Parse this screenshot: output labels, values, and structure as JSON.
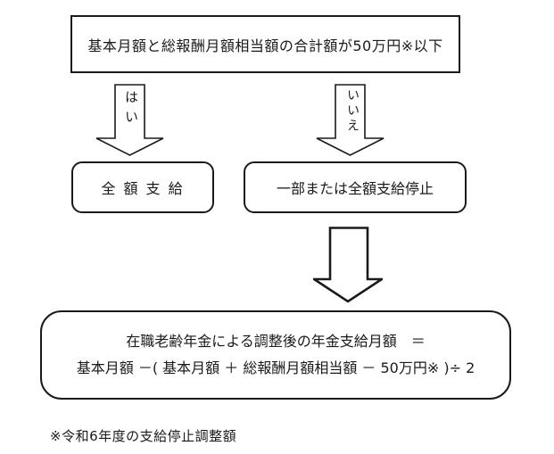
{
  "flowchart": {
    "condition_box": {
      "text": "基本月額と総報酬月額相当額の合計額が50万円※以下"
    },
    "branches": {
      "yes": {
        "label": "はい",
        "result": "全 額 支 給"
      },
      "no": {
        "label": "いいえ",
        "result": "一部または全額支給停止"
      }
    },
    "formula_box": {
      "line1": "在職老齢年金による調整後の年金支給月額　＝",
      "line2": "基本月額 －( 基本月額 ＋ 総報酬月額相当額 － 50万円※ )÷ 2"
    },
    "footnote": "※令和6年度の支給停止調整額",
    "icons": {
      "yes_arrow": "down-block-arrow",
      "no_arrow": "down-block-arrow",
      "result_arrow": "down-block-arrow"
    },
    "colors": {
      "stroke": "#1a1a1a",
      "background": "#ffffff"
    }
  }
}
